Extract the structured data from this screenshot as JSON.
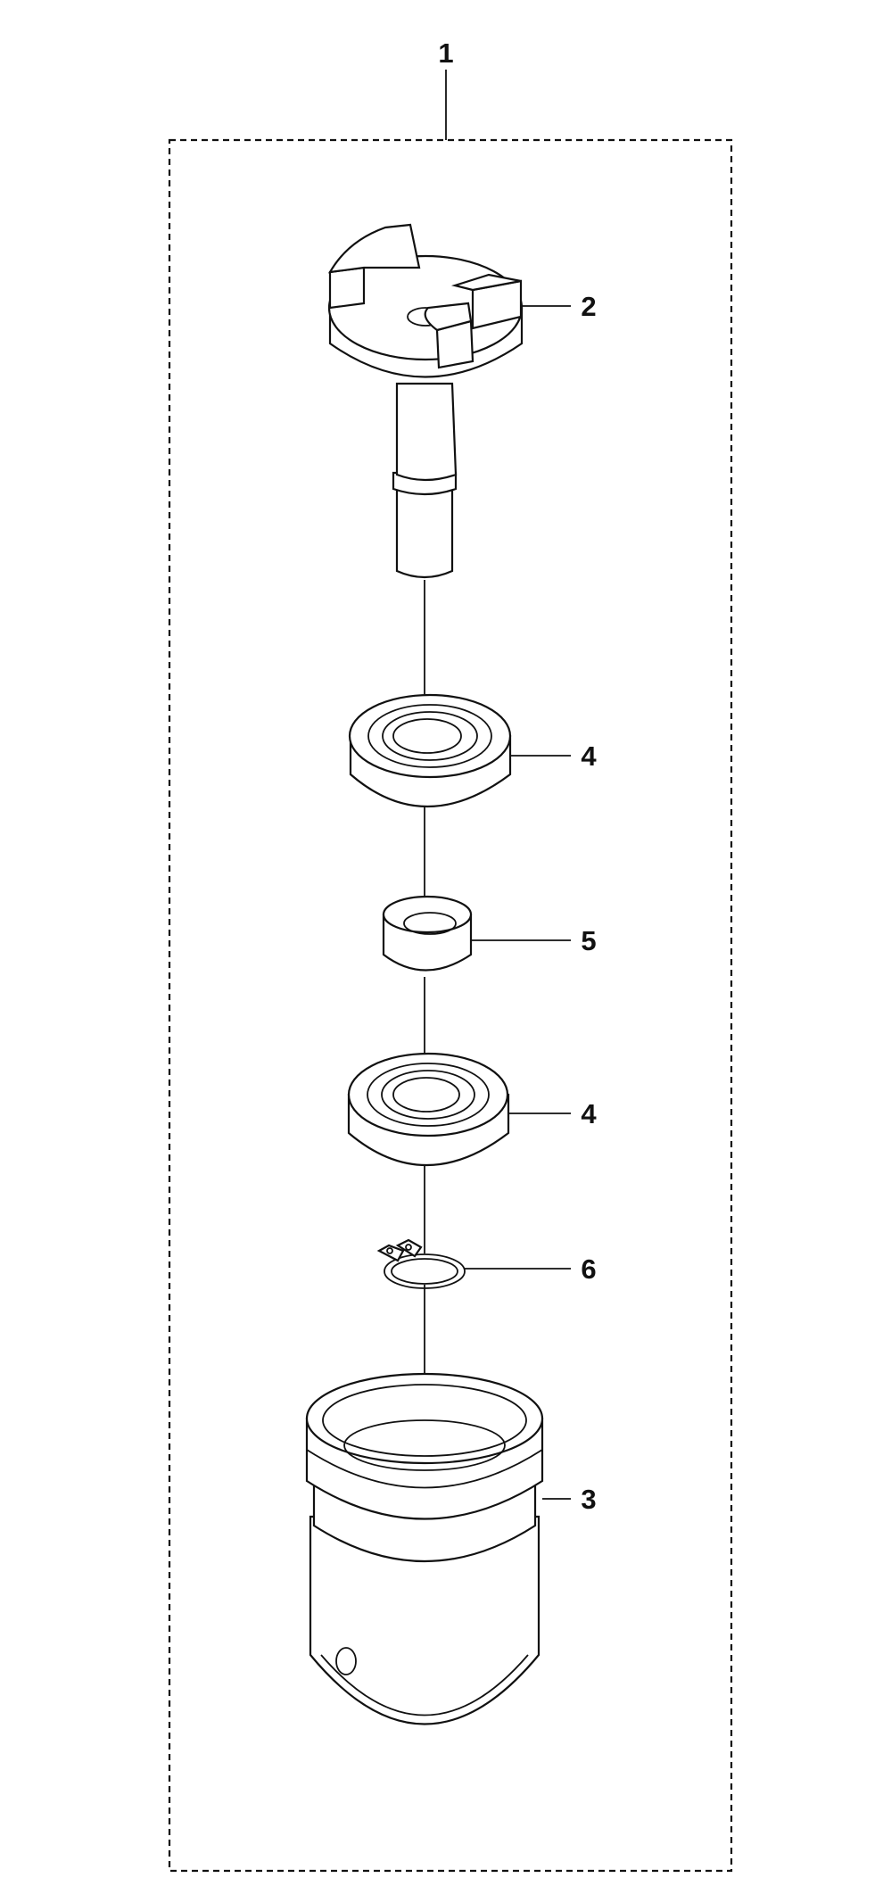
{
  "diagram": {
    "callouts": {
      "kit": "1",
      "drive_shaft": "2",
      "housing": "3",
      "bearing_upper": "4",
      "spacer": "5",
      "bearing_lower": "4",
      "circlip": "6"
    },
    "colors": {
      "line": "#111111",
      "background": "#ffffff"
    }
  }
}
